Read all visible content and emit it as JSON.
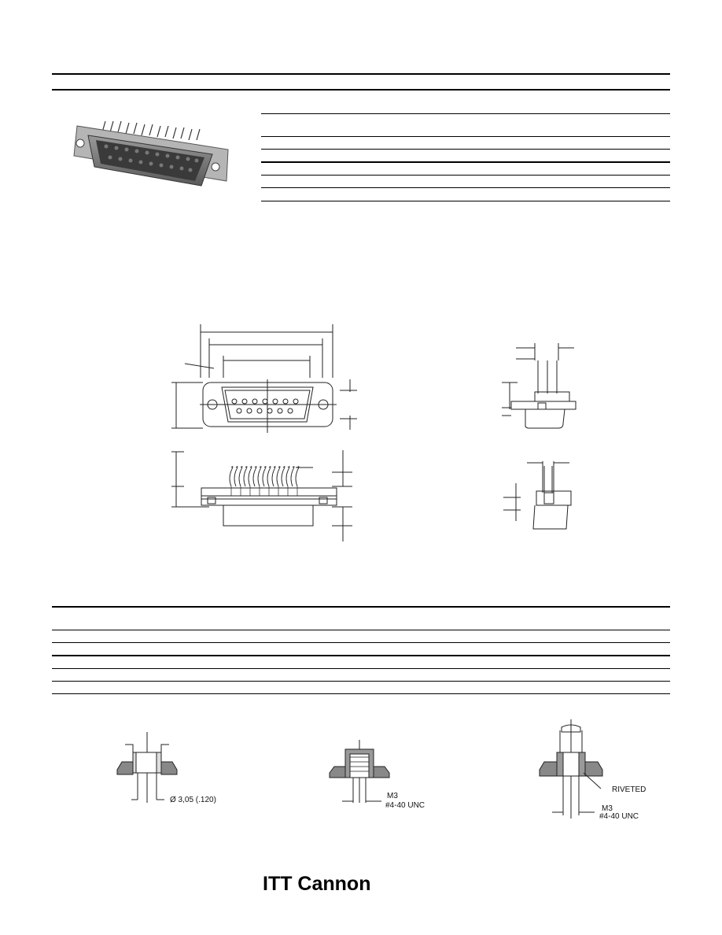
{
  "labels": {
    "hole_dim": "Ø 3,05 (.120)",
    "thread_m3_a": "M3",
    "thread_unc_a": "#4-40 UNC",
    "riveted": "RIVETED",
    "thread_m3_b": "M3",
    "thread_unc_b": "#4-40 UNC"
  },
  "brand": {
    "logo_text": "ITT Cannon"
  }
}
